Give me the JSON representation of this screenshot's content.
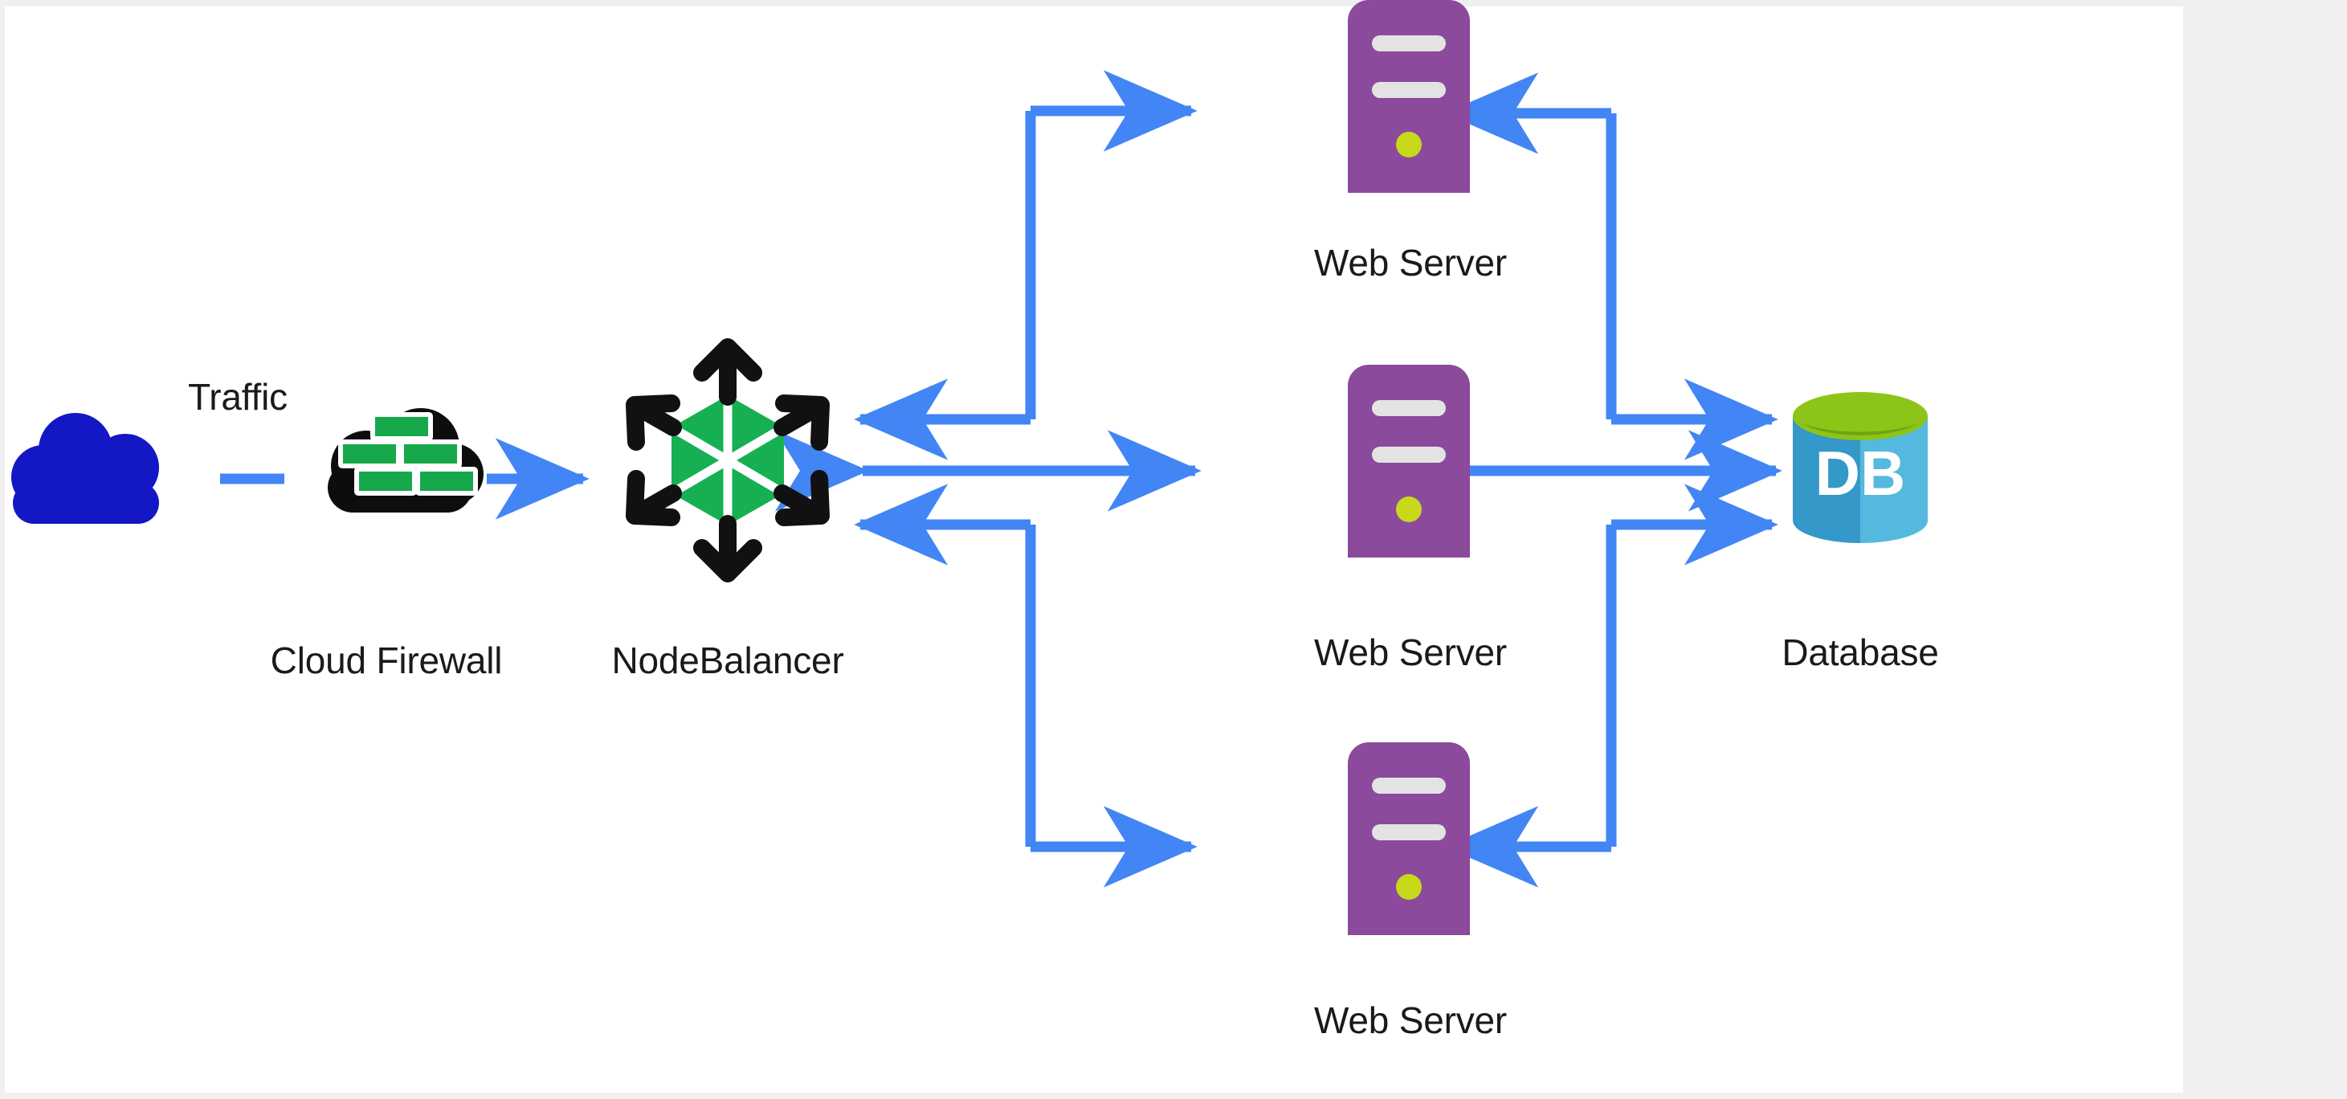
{
  "diagram": {
    "title": "NodeBalancer high availability web architecture",
    "background_color": "#f0f0f0",
    "canvas_color": "#ffffff",
    "arrow_color": "#4285f4",
    "label_color": "#1a1a1a"
  },
  "labels": {
    "traffic": "Traffic",
    "cloud_firewall": "Cloud Firewall",
    "nodebalancer": "NodeBalancer",
    "web_server_top": "Web Server",
    "web_server_middle": "Web Server",
    "web_server_bottom": "Web Server",
    "database": "Database",
    "db_glyph": "DB"
  },
  "nodes": [
    {
      "id": "internet-cloud",
      "label": "",
      "icon": "cloud-icon",
      "color": "#1417c4"
    },
    {
      "id": "cloud-firewall",
      "label": "Cloud Firewall",
      "icon": "firewall-icon",
      "color": "#0d0d0d",
      "accent": "#17a84c"
    },
    {
      "id": "nodebalancer",
      "label": "NodeBalancer",
      "icon": "nodebalancer-icon",
      "color": "#16b053",
      "accent": "#111111"
    },
    {
      "id": "web-server-top",
      "label": "Web Server",
      "icon": "server-icon",
      "color": "#8b4a9c",
      "accent": "#c7d91a"
    },
    {
      "id": "web-server-middle",
      "label": "Web Server",
      "icon": "server-icon",
      "color": "#8b4a9c",
      "accent": "#c7d91a"
    },
    {
      "id": "web-server-bottom",
      "label": "Web Server",
      "icon": "server-icon",
      "color": "#8b4a9c",
      "accent": "#c7d91a"
    },
    {
      "id": "database",
      "label": "Database",
      "icon": "database-icon",
      "color": "#3d9dcd",
      "accent": "#8cc517"
    }
  ],
  "connections": [
    {
      "from": "internet-cloud",
      "to": "cloud-firewall",
      "style": "dashed-segment",
      "direction": "none"
    },
    {
      "from": "cloud-firewall",
      "to": "nodebalancer",
      "style": "straight",
      "direction": "forward"
    },
    {
      "from": "nodebalancer",
      "to": "web-server-top",
      "style": "elbow",
      "direction": "forward"
    },
    {
      "from": "web-server-top",
      "to": "nodebalancer",
      "style": "elbow",
      "direction": "forward"
    },
    {
      "from": "nodebalancer",
      "to": "web-server-middle",
      "style": "straight",
      "direction": "both"
    },
    {
      "from": "nodebalancer",
      "to": "web-server-bottom",
      "style": "elbow",
      "direction": "forward"
    },
    {
      "from": "web-server-bottom",
      "to": "nodebalancer",
      "style": "elbow",
      "direction": "forward"
    },
    {
      "from": "database",
      "to": "web-server-top",
      "style": "elbow",
      "direction": "forward"
    },
    {
      "from": "web-server-top",
      "to": "database",
      "style": "elbow",
      "direction": "forward"
    },
    {
      "from": "web-server-middle",
      "to": "database",
      "style": "straight",
      "direction": "both"
    },
    {
      "from": "database",
      "to": "web-server-bottom",
      "style": "elbow",
      "direction": "forward"
    },
    {
      "from": "web-server-bottom",
      "to": "database",
      "style": "elbow",
      "direction": "forward"
    }
  ],
  "colors": {
    "arrow_blue": "#4285f4",
    "server_purple": "#8b4a9c",
    "server_bar": "#e3e3e3",
    "server_dot": "#c7d91a",
    "hexagon_green": "#16b053",
    "brick_green": "#17a84c",
    "cloud_blue": "#1417c4",
    "firewall_black": "#0d0d0d",
    "db_blue_dark": "#3498c8",
    "db_blue_light": "#55b8de",
    "db_green": "#8cc517",
    "db_green_dark": "#6fa412",
    "text_black": "#1a1a1a"
  }
}
